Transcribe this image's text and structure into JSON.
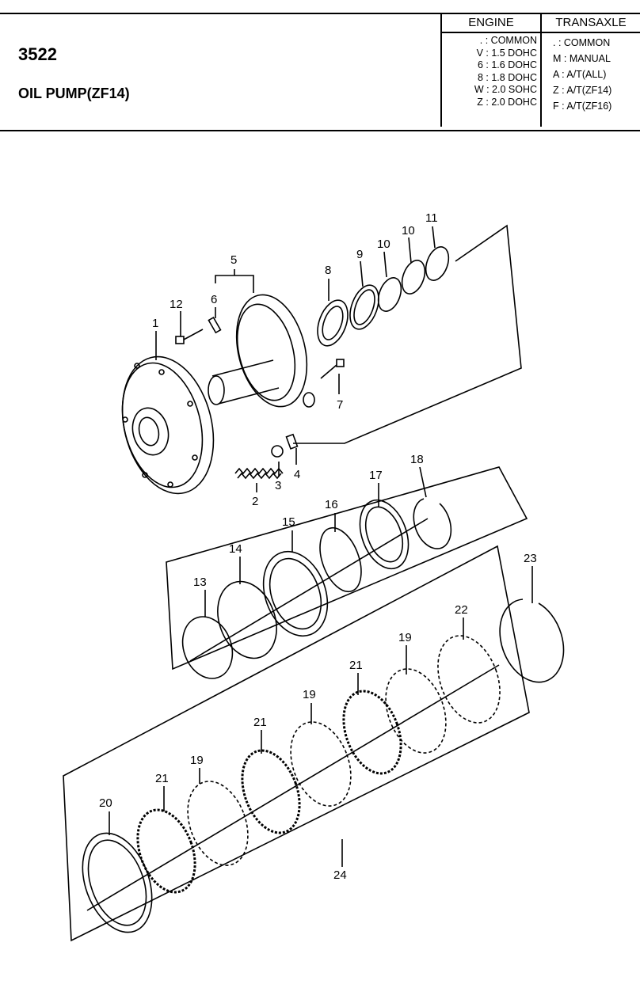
{
  "header": {
    "part_group": "3522",
    "title": "OIL PUMP(ZF14)"
  },
  "legend": {
    "engine_heading": "ENGINE",
    "transaxle_heading": "TRANSAXLE",
    "engine_codes": [
      ". : COMMON",
      "V : 1.5 DOHC",
      "6 : 1.6 DOHC",
      "8 : 1.8 DOHC",
      "W : 2.0 SOHC",
      "Z : 2.0 DOHC"
    ],
    "transaxle_codes": [
      ". : COMMON",
      "M : MANUAL",
      "A : A/T(ALL)",
      "Z : A/T(ZF14)",
      "F : A/T(ZF16)"
    ]
  },
  "callouts": {
    "c1": "1",
    "c2": "2",
    "c3": "3",
    "c4": "4",
    "c5": "5",
    "c6": "6",
    "c7": "7",
    "c8": "8",
    "c9": "9",
    "c10a": "10",
    "c10b": "10",
    "c11": "11",
    "c12": "12",
    "c13": "13",
    "c14": "14",
    "c15": "15",
    "c16": "16",
    "c17": "17",
    "c18": "18",
    "c19a": "19",
    "c19b": "19",
    "c19c": "19",
    "c20": "20",
    "c21a": "21",
    "c21b": "21",
    "c21c": "21",
    "c22": "22",
    "c23": "23",
    "c24": "24"
  }
}
